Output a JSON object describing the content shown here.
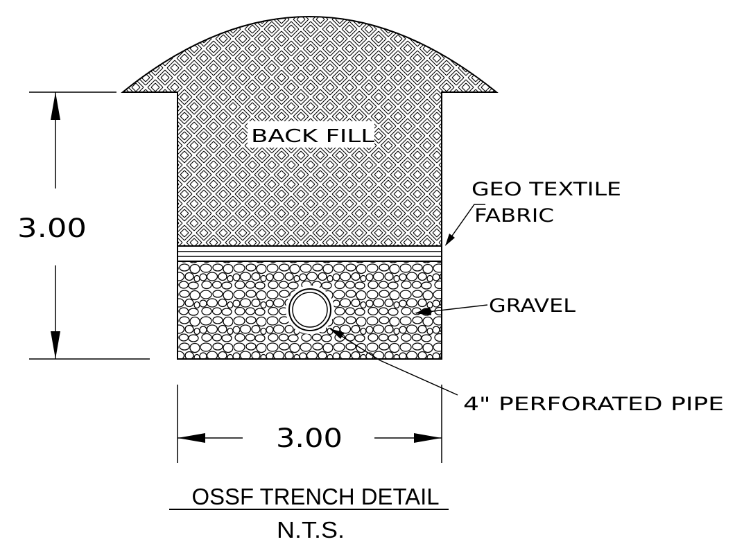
{
  "labels": {
    "backfill": "BACK FILL",
    "geotextile_line1": "GEO TEXTILE",
    "geotextile_line2": "FABRIC",
    "gravel": "GRAVEL",
    "pipe": "4\" PERFORATED PIPE"
  },
  "dimensions": {
    "height": "3.00",
    "width": "3.00"
  },
  "title": {
    "main": "OSSF TRENCH DETAIL",
    "scale": "N.T.S."
  },
  "colors": {
    "line": "#000000",
    "background": "#ffffff"
  }
}
